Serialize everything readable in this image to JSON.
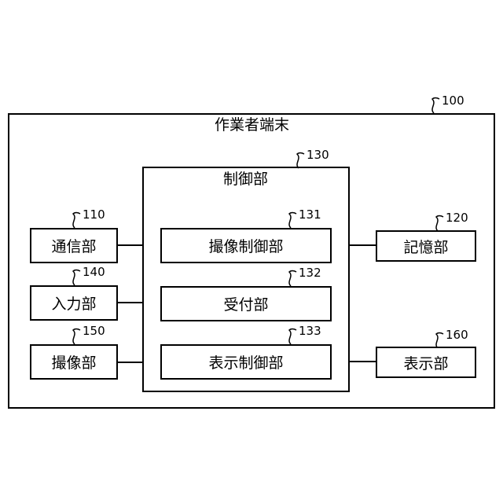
{
  "terminal": {
    "label": "作業者端末",
    "ref": "100"
  },
  "control": {
    "label": "制御部",
    "ref": "130",
    "units": [
      {
        "label": "撮像制御部",
        "ref": "131"
      },
      {
        "label": "受付部",
        "ref": "132"
      },
      {
        "label": "表示制御部",
        "ref": "133"
      }
    ]
  },
  "left_blocks": [
    {
      "label": "通信部",
      "ref": "110"
    },
    {
      "label": "入力部",
      "ref": "140"
    },
    {
      "label": "撮像部",
      "ref": "150"
    }
  ],
  "right_blocks": [
    {
      "label": "記憶部",
      "ref": "120"
    },
    {
      "label": "表示部",
      "ref": "160"
    }
  ]
}
